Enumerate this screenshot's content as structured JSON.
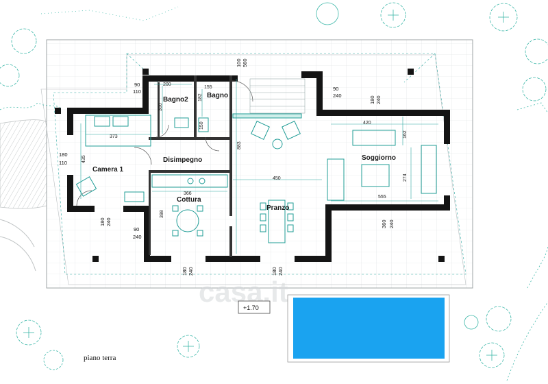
{
  "plan": {
    "floor_label": "piano terra",
    "elevation": "+1.70",
    "watermark": "casa.it"
  },
  "rooms": [
    {
      "id": "camera1",
      "name": "Camera 1"
    },
    {
      "id": "bagno2",
      "name": "Bagno2"
    },
    {
      "id": "bagno",
      "name": "Bagno"
    },
    {
      "id": "disimpegno",
      "name": "Disimpegno"
    },
    {
      "id": "cottura",
      "name": "Cottura"
    },
    {
      "id": "pranzo",
      "name": "Pranzo"
    },
    {
      "id": "soggiorno",
      "name": "Soggiorno"
    }
  ],
  "dimensions": {
    "inner": [
      "373",
      "435",
      "200",
      "300",
      "155",
      "182",
      "150",
      "366",
      "398",
      "883",
      "450",
      "420",
      "162",
      "274",
      "555"
    ],
    "openings": [
      "100",
      "560",
      "90",
      "110",
      "90",
      "240",
      "180",
      "240",
      "180",
      "110",
      "180",
      "240",
      "90",
      "240",
      "180",
      "240",
      "180",
      "240",
      "360",
      "240"
    ]
  },
  "colors": {
    "wall": "#141414",
    "furniture": "#1f9c96",
    "pool": "#1aa3f0",
    "vegetation": "#3bb7a8",
    "terrace": "#c9cccd"
  }
}
